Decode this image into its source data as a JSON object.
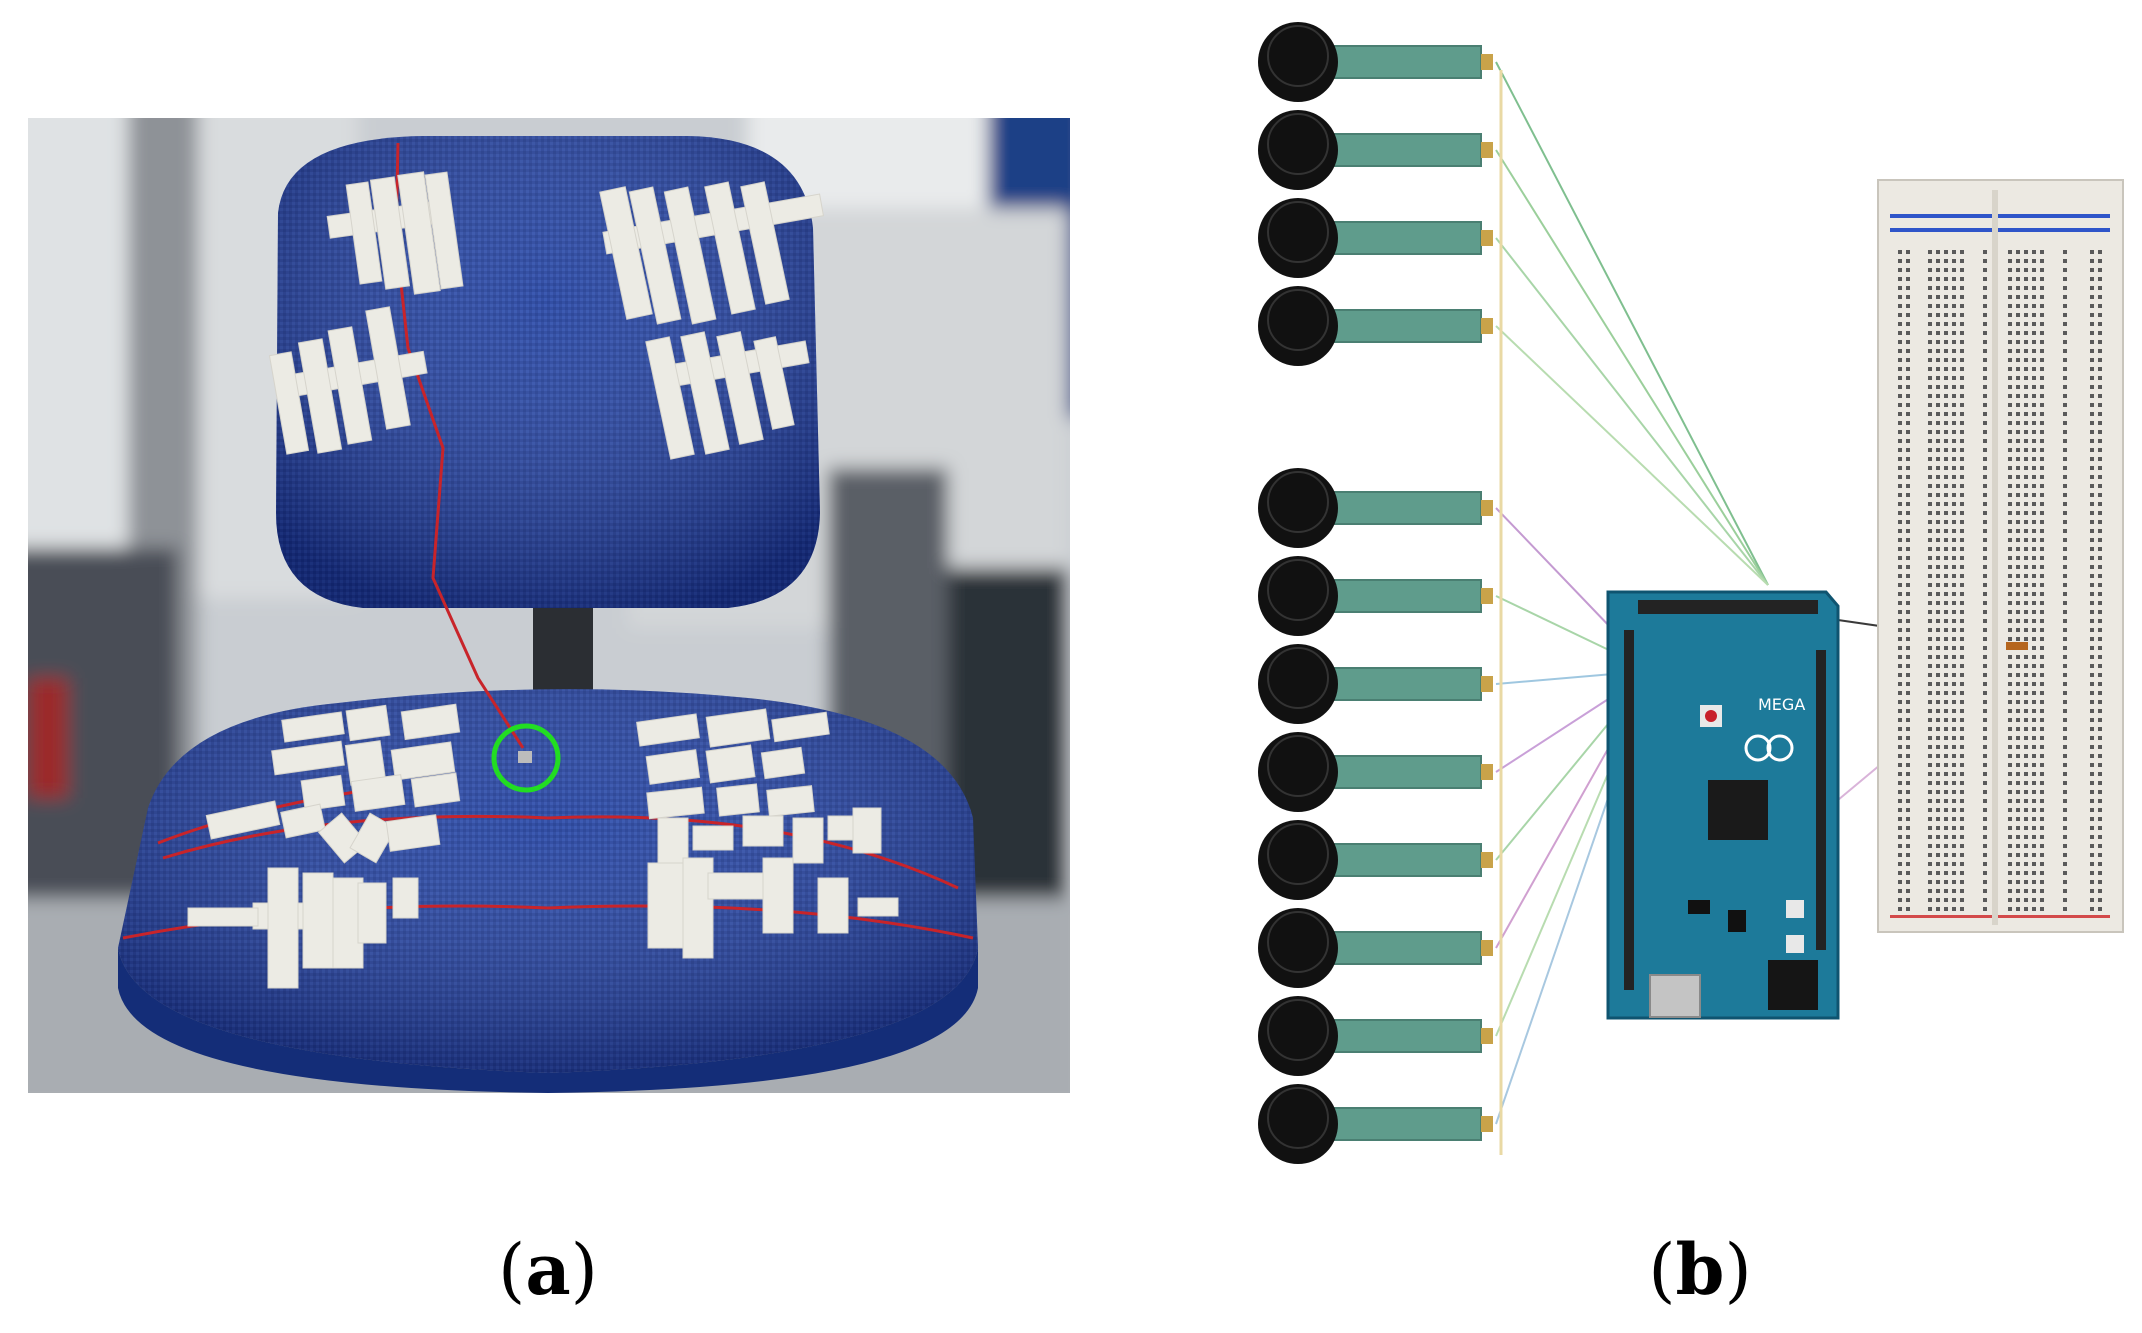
{
  "captions": {
    "a_open": "(",
    "a_letter": "a",
    "a_close": ")",
    "b_open": "(",
    "b_letter": "b",
    "b_close": ")"
  },
  "board_label": "MEGA",
  "colors": {
    "seat_fabric": "#1f3f9e",
    "tape": "#ecebe4",
    "wire": "#c8242a",
    "highlight_circle": "#22dd22",
    "sensor_head": "#111111",
    "sensor_strip": "#5f9c8c",
    "arduino_board": "#1d7a9a",
    "breadboard": "#ece9e2"
  },
  "fsr_sensor_count": 12
}
